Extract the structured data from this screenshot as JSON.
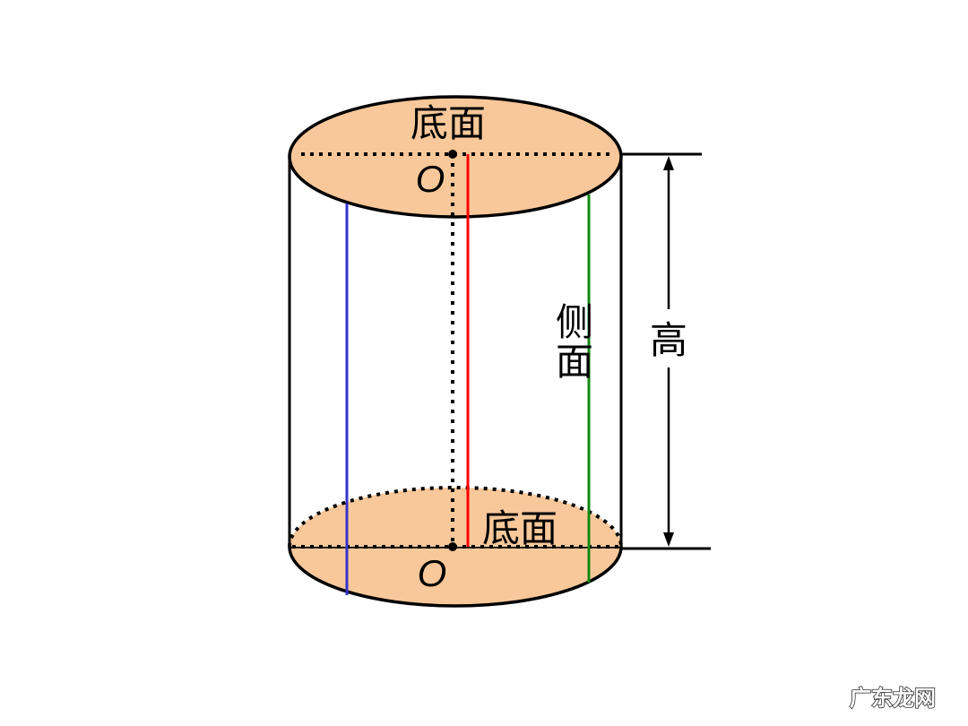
{
  "labels": {
    "top_base": "底面",
    "top_center": "O",
    "bottom_base": "底面",
    "bottom_center": "O",
    "lateral_1": "侧",
    "lateral_2": "面",
    "height": "高"
  },
  "watermark": "广东龙网",
  "colors": {
    "base_fill": "#f8c89a",
    "outline": "#000000",
    "generatrix_left": "#3333cc",
    "generatrix_center": "#ff0000",
    "generatrix_right": "#118811"
  }
}
